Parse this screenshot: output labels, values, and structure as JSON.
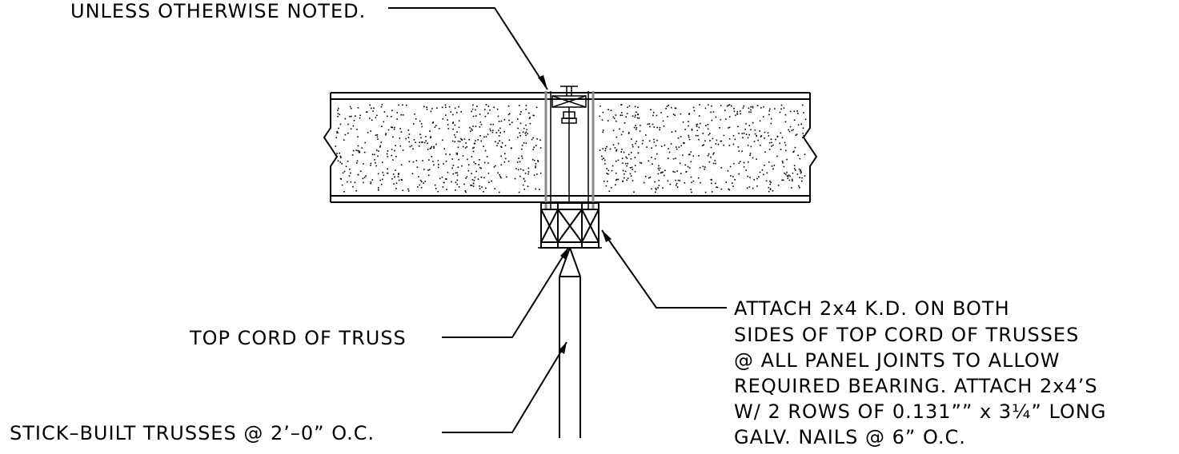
{
  "notes": {
    "top_note": "UNLESS OTHERWISE NOTED.",
    "top_cord": "TOP CORD OF TRUSS",
    "trusses": "STICK–BUILT TRUSSES @ 2’–0” O.C.",
    "attach_lines": [
      "ATTACH 2x4 K.D. ON BOTH",
      "SIDES OF TOP CORD OF TRUSSES",
      "@ ALL PANEL JOINTS TO ALLOW",
      "REQUIRED BEARING. ATTACH 2x4’S",
      "W/ 2 ROWS OF 0.131”” x 3¼” LONG",
      "GALV. NAILS @ 6” O.C."
    ]
  }
}
